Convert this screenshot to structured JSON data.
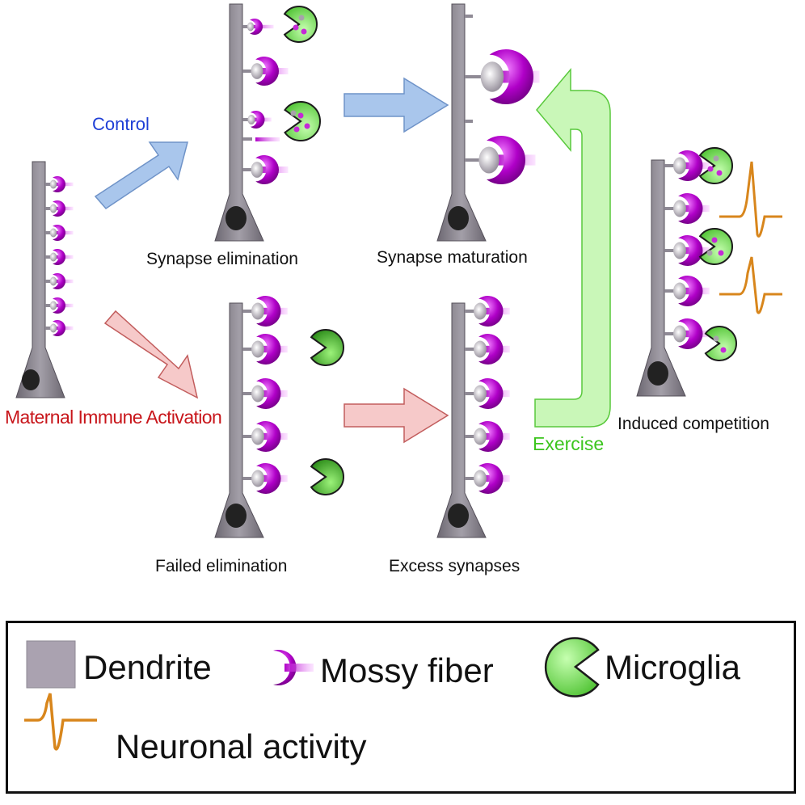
{
  "labels": {
    "control": "Control",
    "mia": "Maternal Immune Activation",
    "synapse_elimination": "Synapse elimination",
    "synapse_maturation": "Synapse maturation",
    "failed_elimination": "Failed elimination",
    "excess_synapses": "Excess synapses",
    "exercise": "Exercise",
    "induced_competition": "Induced competition"
  },
  "legend": {
    "dendrite": "Dendrite",
    "mossy_fiber": "Mossy fiber",
    "microglia": "Microglia",
    "neuronal_activity": "Neuronal activity"
  },
  "colors": {
    "dendrite": "#8f8a95",
    "mossy_fiber": "#b000c8",
    "microglia": "#3fae2a",
    "microglia_light": "#7fe05a",
    "activity": "#d8861c",
    "control_arrow": "#a9c6ec",
    "mia_arrow": "#f6c9c9",
    "exercise_arrow": "#c9f7b8",
    "control_text": "#1f3fd6",
    "mia_text": "#c8161b",
    "exercise_text": "#3cc51e"
  }
}
